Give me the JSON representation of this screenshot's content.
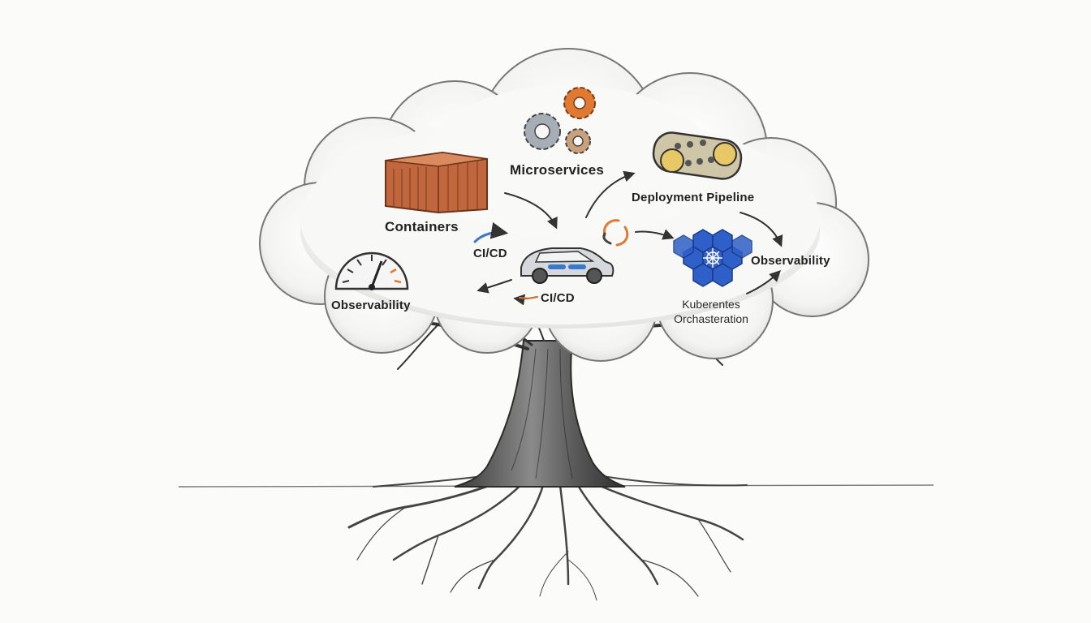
{
  "labels": {
    "microservices": "Microservices",
    "containers": "Containers",
    "deployment_pipeline": "Deployment Pipeline",
    "cicd_left": "CI/CD",
    "cicd_bottom": "CI/CD",
    "observability_left": "Observability",
    "observability_right": "Observability",
    "kubernetes_line1": "Kuberentes",
    "kubernetes_line2": "Orchasteration"
  },
  "colors": {
    "container": "#c0673e",
    "gear_orange": "#e07a33",
    "gear_gray": "#8a8f96",
    "hexagon_blue": "#2f5fc8",
    "arrow_blue": "#3a78c8",
    "ink": "#333333"
  },
  "icons": [
    "container-icon",
    "gears-icon",
    "conveyor-belt-icon",
    "car-icon",
    "gauge-icon",
    "kubernetes-hexagons-icon",
    "cycle-arrows-icon"
  ]
}
